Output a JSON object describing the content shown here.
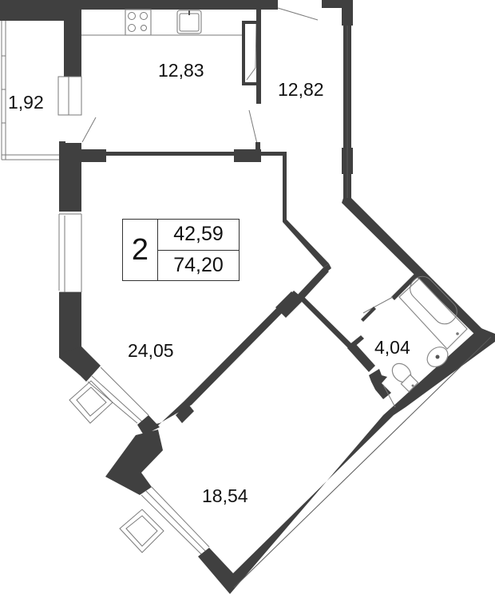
{
  "plan": {
    "type": "apartment-floor-plan",
    "rooms_count": "2",
    "living_area": "42,59",
    "total_area": "74,20",
    "colors": {
      "wall": "#404040",
      "line": "#7a7a7a",
      "text": "#111111",
      "background": "#ffffff"
    }
  },
  "rooms": [
    {
      "id": "balcony",
      "area": "1,92"
    },
    {
      "id": "kitchen",
      "area": "12,83"
    },
    {
      "id": "hallway",
      "area": "12,82"
    },
    {
      "id": "living-room",
      "area": "24,05"
    },
    {
      "id": "bathroom",
      "area": "4,04"
    },
    {
      "id": "bedroom",
      "area": "18,54"
    }
  ],
  "fixtures": [
    {
      "room": "kitchen",
      "name": "stove-icon"
    },
    {
      "room": "kitchen",
      "name": "sink-icon"
    },
    {
      "room": "bathroom",
      "name": "bathtub-icon"
    },
    {
      "room": "bathroom",
      "name": "washbasin-icon"
    },
    {
      "room": "bathroom",
      "name": "toilet-icon"
    }
  ]
}
